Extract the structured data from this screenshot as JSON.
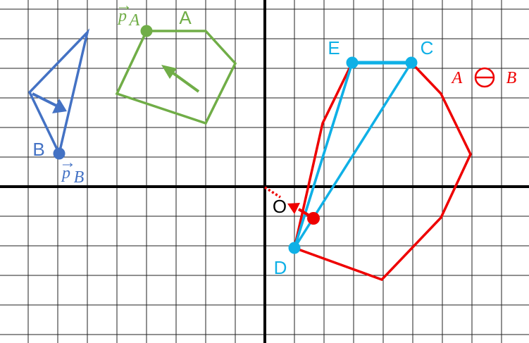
{
  "colors": {
    "grid": "#222222",
    "axis": "#000000",
    "green": "#70ad47",
    "blue": "#4472c4",
    "cyan": "#0fb0e6",
    "red": "#ee0000"
  },
  "labels": {
    "A": "A",
    "B": "B",
    "C": "C",
    "D": "D",
    "E": "E",
    "origin": "O",
    "pA_base": "p",
    "pA_sub": "A",
    "pB_base": "p",
    "pB_sub": "B",
    "vec_arrow": "→",
    "minkowski_A": "A",
    "minkowski_op": "⊖",
    "minkowski_B": "B"
  }
}
